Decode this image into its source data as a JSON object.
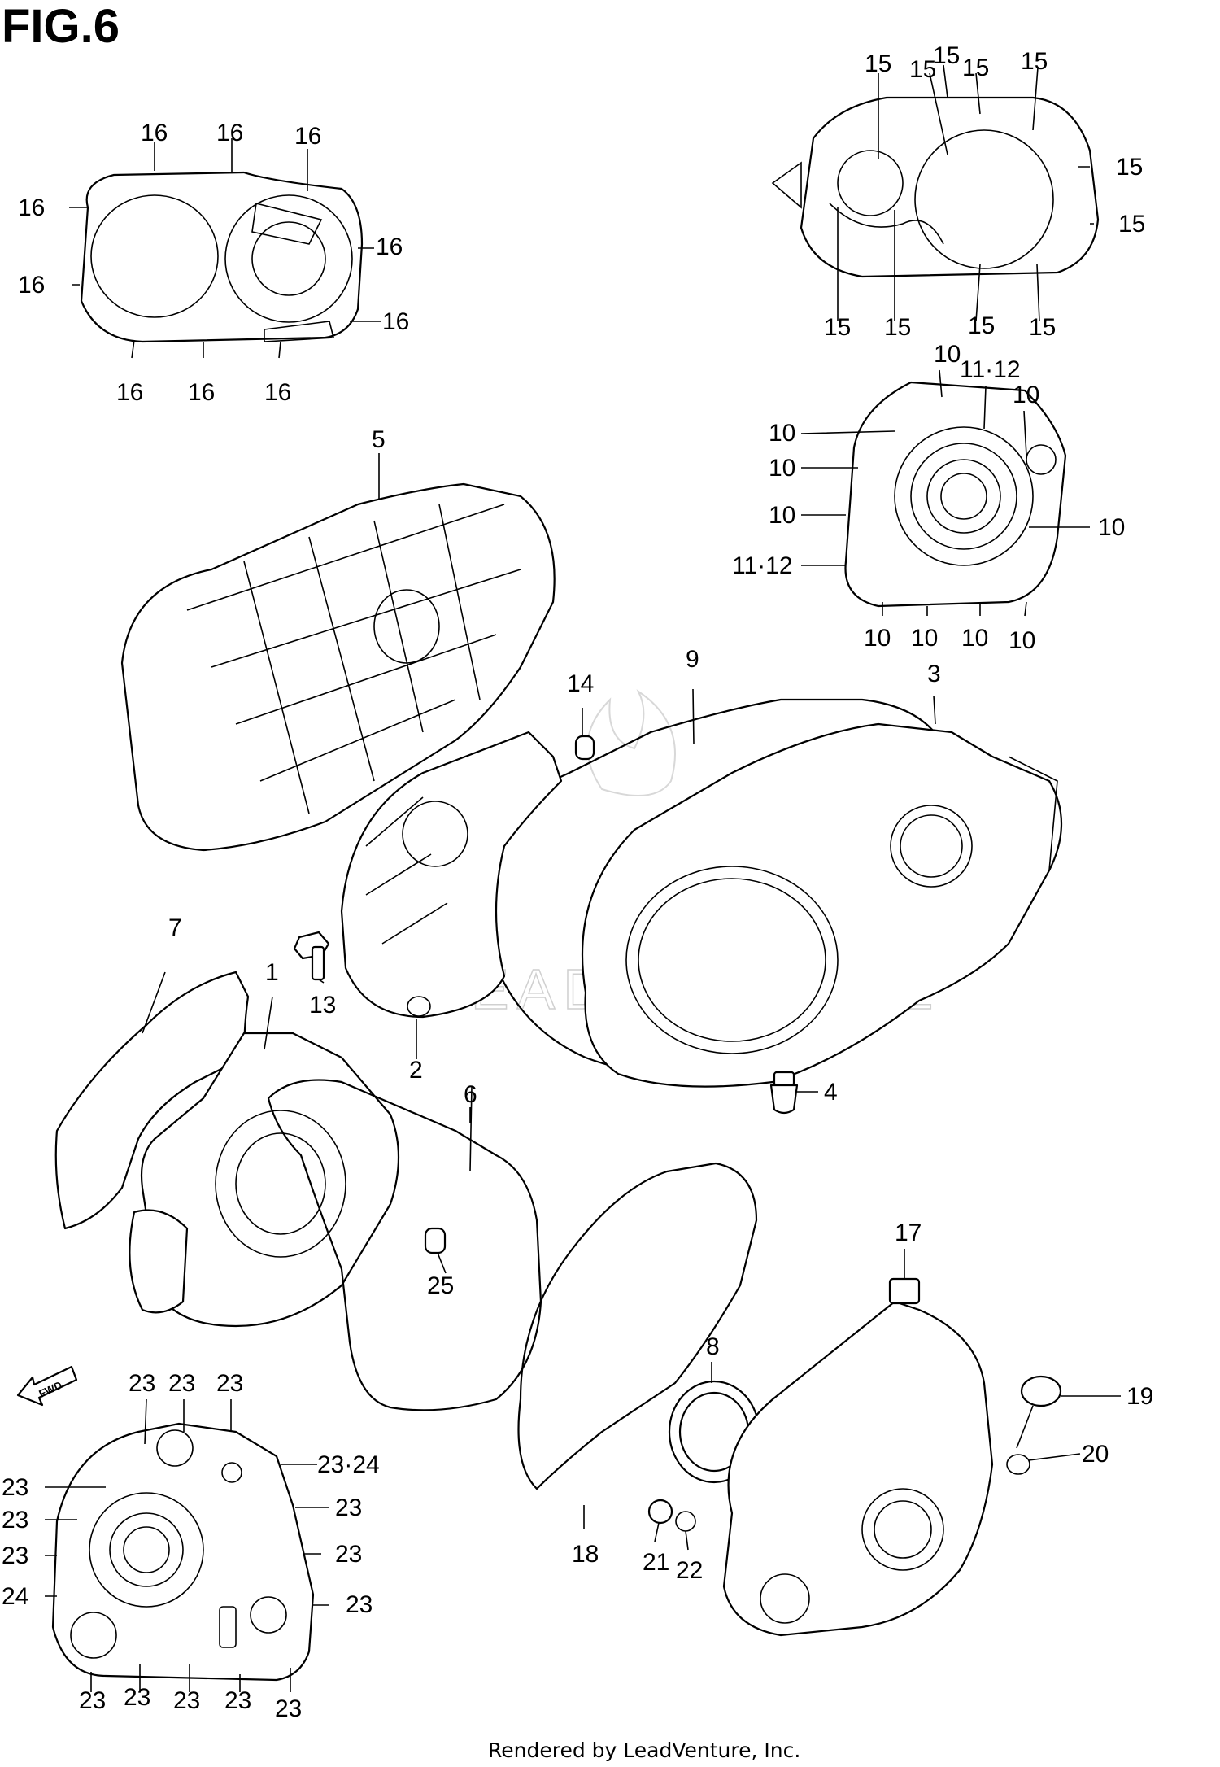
{
  "figure": {
    "title": "FIG.6",
    "watermark": "LEADVENTURE",
    "footer": "Rendered by LeadVenture, Inc.",
    "direction_arrow": "FWD"
  },
  "callouts": {
    "c1": "1",
    "c2": "2",
    "c3": "3",
    "c4": "4",
    "c5": "5",
    "c6": "6",
    "c7": "7",
    "c8": "8",
    "c9": "9",
    "c13": "13",
    "c14": "14",
    "c17": "17",
    "c18": "18",
    "c19": "19",
    "c20": "20",
    "c21": "21",
    "c22": "22",
    "c25": "25",
    "c10": "10",
    "c11_12": "11·12",
    "c15": "15",
    "c16": "16",
    "c23": "23",
    "c23_24": "23·24",
    "c24": "24"
  }
}
